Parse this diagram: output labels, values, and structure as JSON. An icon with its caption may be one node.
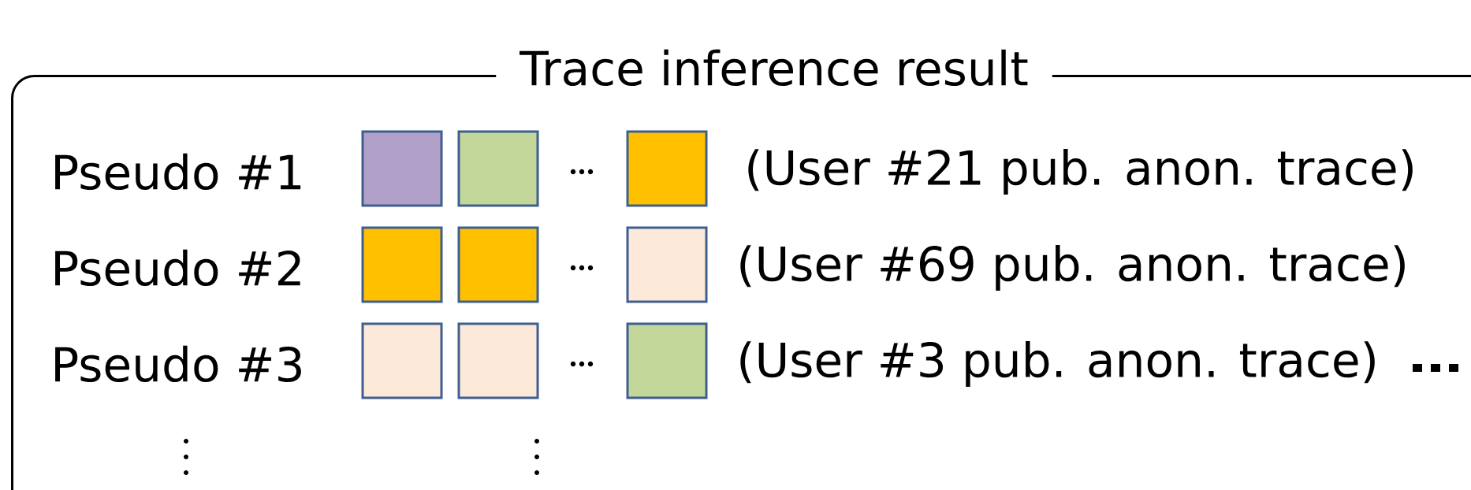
{
  "diagram": {
    "nodes": [
      {
        "text": [
          "Trace inference result"
        ]
      },
      {
        "text": [],
        "shape": "box",
        "in": 0
      },
      {
        "text": [],
        "shape": "box",
        "in": 0
      },
      {
        "text": [],
        "shape": "box",
        "in": 0
      },
      {
        "text": [],
        "shape": "box",
        "in": 0
      },
      {
        "text": [],
        "shape": "box",
        "in": 0
      },
      {
        "text": [],
        "shape": "box",
        "in": 0
      },
      {
        "text": [],
        "shape": "box",
        "in": 0
      },
      {
        "text": [],
        "shape": "box",
        "in": 0
      },
      {
        "text": [],
        "shape": "box",
        "in": 0
      }
    ],
    "labels": [
      "Pseudo #1",
      "(User #21 pub. anon. trace)",
      "Pseudo #2",
      "(User #69 pub. anon. trace)",
      "Pseudo #3",
      "(User #3 pub. anon. trace)"
    ]
  }
}
